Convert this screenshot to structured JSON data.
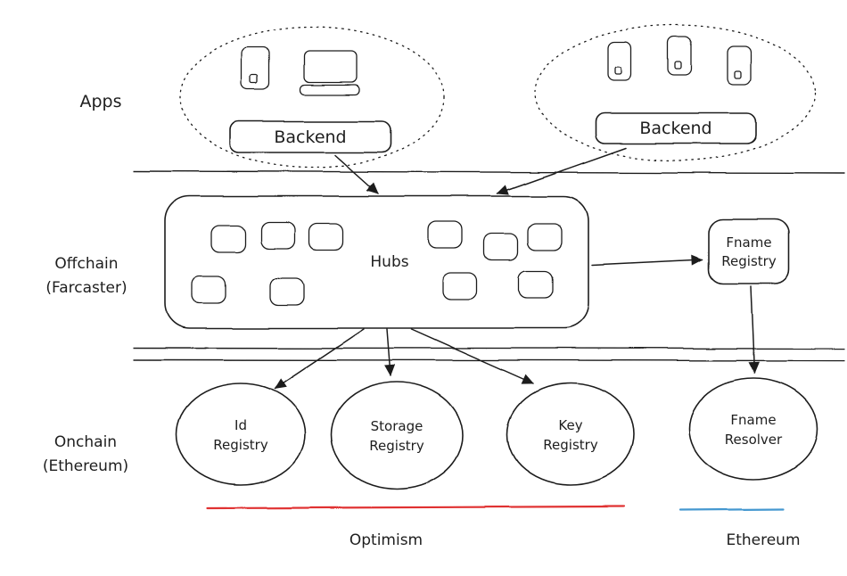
{
  "diagram": {
    "layer_labels": {
      "apps": "Apps",
      "offchain_line1": "Offchain",
      "offchain_line2": "(Farcaster)",
      "onchain_line1": "Onchain",
      "onchain_line2": "(Ethereum)"
    },
    "apps_layer": {
      "left_group": {
        "backend": "Backend",
        "device_icons": [
          "phone-icon",
          "laptop-icon"
        ]
      },
      "right_group": {
        "backend": "Backend",
        "device_icons": [
          "phone-icon",
          "phone-icon",
          "phone-icon"
        ]
      }
    },
    "offchain_layer": {
      "hubs": "Hubs",
      "hub_peer_node_count": 10,
      "fname_registry_line1": "Fname",
      "fname_registry_line2": "Registry"
    },
    "onchain_layer": {
      "id_registry_line1": "Id",
      "id_registry_line2": "Registry",
      "storage_registry_line1": "Storage",
      "storage_registry_line2": "Registry",
      "key_registry_line1": "Key",
      "key_registry_line2": "Registry",
      "fname_resolver_line1": "Fname",
      "fname_resolver_line2": "Resolver"
    },
    "chains": {
      "optimism": {
        "label": "Optimism",
        "color": "#e03131"
      },
      "ethereum": {
        "label": "Ethereum",
        "color": "#4598d0"
      }
    },
    "stroke_color": "#1e1e1e"
  }
}
